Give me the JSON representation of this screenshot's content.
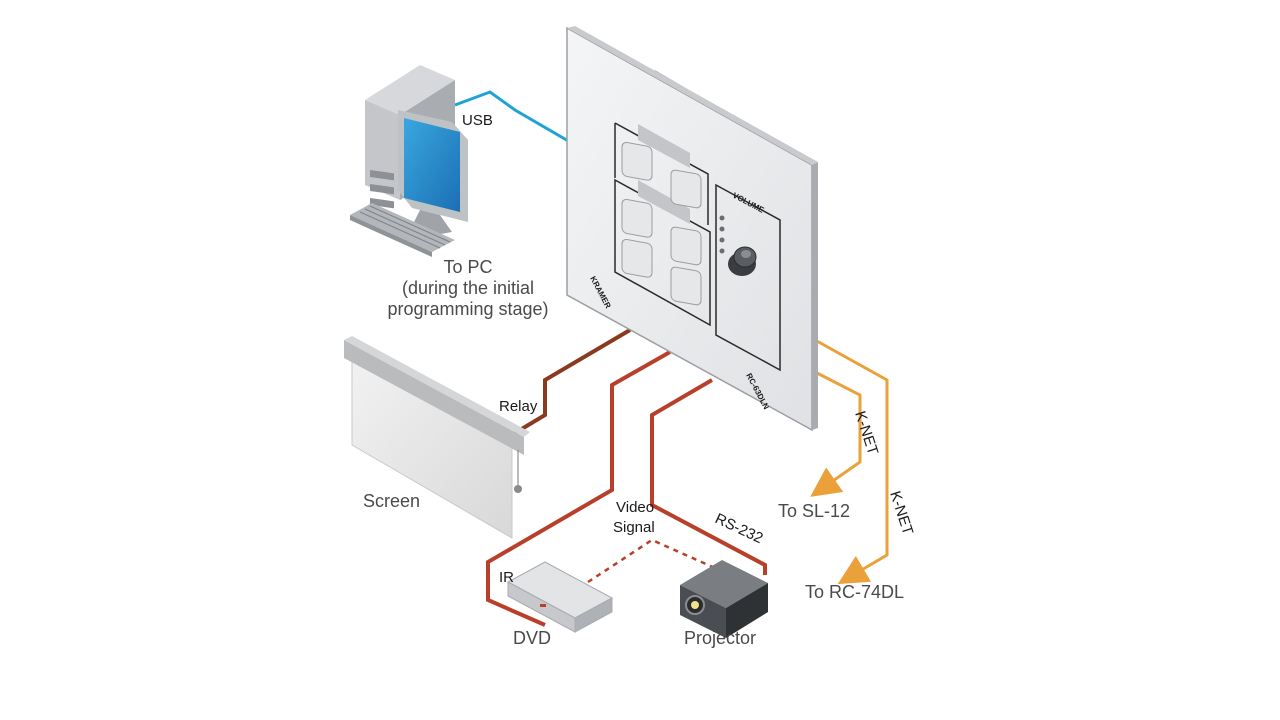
{
  "labels": {
    "usb": "USB",
    "to_pc_line1": "To PC",
    "to_pc_line2": "(during the initial",
    "to_pc_line3": "programming stage)",
    "relay": "Relay",
    "screen": "Screen",
    "video_signal_line1": "Video",
    "video_signal_line2": "Signal",
    "rs232": "RS-232",
    "ir": "IR",
    "dvd": "DVD",
    "projector": "Projector",
    "knet_1": "K-NET",
    "knet_2": "K-NET",
    "to_sl12": "To SL-12",
    "to_rc74dl": "To RC-74DL"
  },
  "panel": {
    "brand": "KRAMER",
    "volume_label": "VOLUME",
    "model": "RC-63DLN"
  },
  "colors": {
    "usb_cable": "#1fa3d6",
    "relay_cable": "#8a3a1e",
    "signal_cable": "#b8402a",
    "knet_cable": "#eba13a",
    "label_text": "#4a4a4a"
  }
}
